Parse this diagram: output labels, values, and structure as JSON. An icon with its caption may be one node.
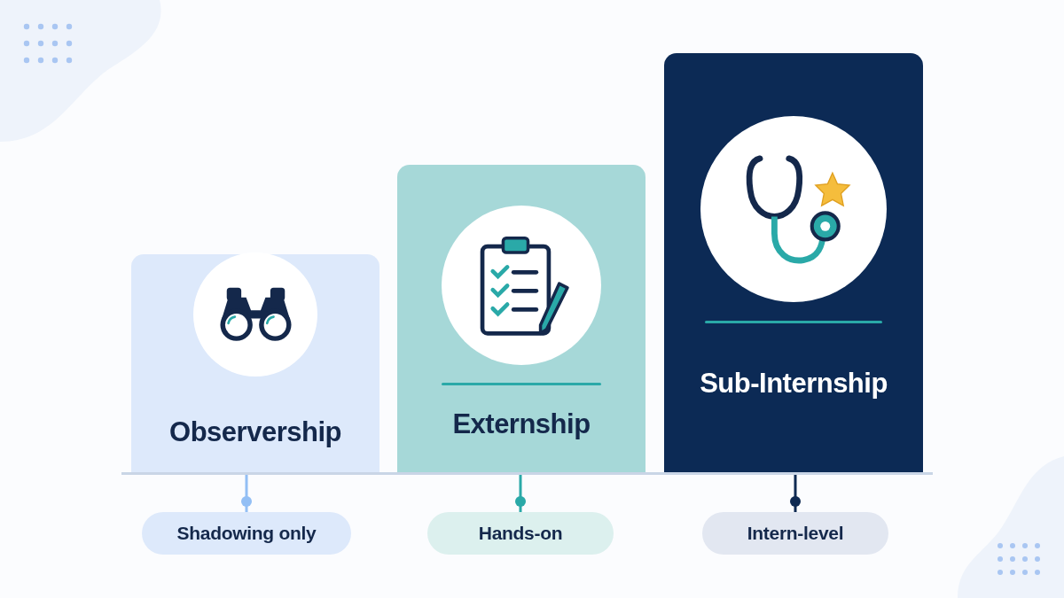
{
  "diagram": {
    "nodes": [
      {
        "text": [
          "Observership"
        ]
      },
      {
        "text": [
          "Externship"
        ]
      },
      {
        "text": [
          "Sub-Internship"
        ]
      },
      {
        "text": [
          "Shadowing only"
        ]
      },
      {
        "text": [
          "Hands-on"
        ]
      },
      {
        "text": [
          "Intern-level"
        ]
      }
    ],
    "edges": [
      {
        "from": 0,
        "to": 3,
        "arrow": "other",
        "color": "#93bff5"
      },
      {
        "from": 1,
        "to": 4,
        "arrow": "other",
        "color": "#2aa9a8"
      },
      {
        "from": 2,
        "to": 5,
        "arrow": "other",
        "color": "#0f2a52"
      }
    ]
  }
}
